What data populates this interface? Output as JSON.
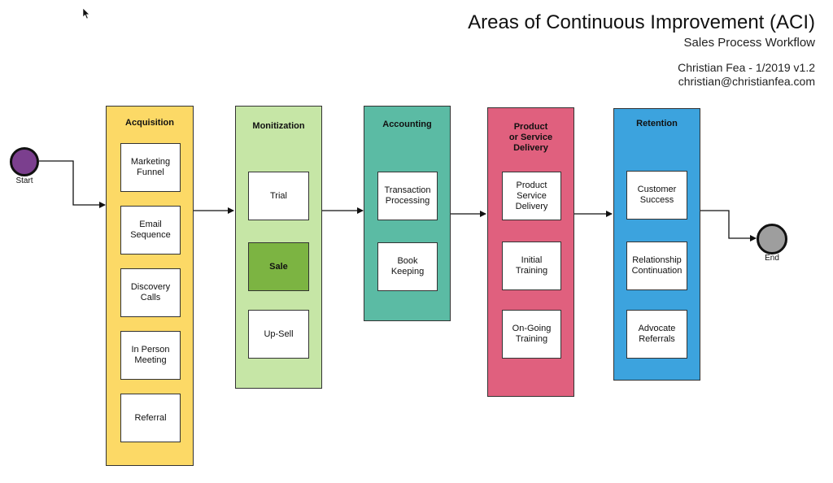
{
  "header": {
    "title": "Areas of Continuous Improvement (ACI)",
    "subtitle": "Sales Process Workflow",
    "author": "Christian Fea - 1/2019 v1.2",
    "email": "christian@christianfea.com"
  },
  "start": {
    "label": "Start",
    "color": "#7b3f8e"
  },
  "end": {
    "label": "End",
    "color": "#9e9e9e"
  },
  "columns": [
    {
      "title": "Acquisition",
      "color": "#fcd966",
      "items": [
        "Marketing\nFunnel",
        "Email\nSequence",
        "Discovery\nCalls",
        "In Person\nMeeting",
        "Referral"
      ]
    },
    {
      "title": "Monitization",
      "color": "#c6e6a6",
      "items": [
        "Trial",
        "Sale",
        "Up-Sell"
      ]
    },
    {
      "title": "Accounting",
      "color": "#5bbba4",
      "items": [
        "Transaction\nProcessing",
        "Book\nKeeping"
      ]
    },
    {
      "title": "Product\nor Service\nDelivery",
      "color": "#e0607e",
      "items": [
        "Product\nService\nDelivery",
        "Initial\nTraining",
        "On-Going\nTraining"
      ]
    },
    {
      "title": "Retention",
      "color": "#3ca3de",
      "items": [
        "Customer\nSuccess",
        "Relationship\nContinuation",
        "Advocate\nReferrals"
      ]
    }
  ],
  "highlight": "Sale",
  "icons": {
    "cursor": "mouse-pointer-icon"
  }
}
